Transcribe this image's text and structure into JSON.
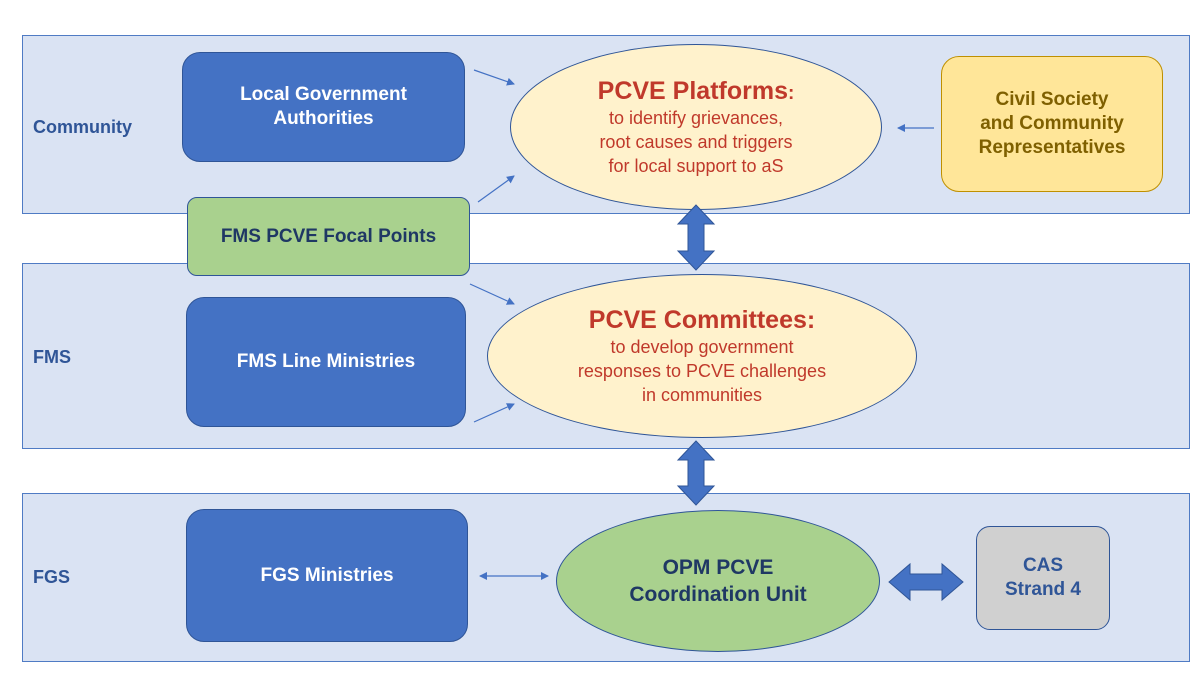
{
  "bands": {
    "community": {
      "label": "Community"
    },
    "fms": {
      "label": "FMS"
    },
    "fgs": {
      "label": "FGS"
    }
  },
  "boxes": {
    "local_gov": {
      "line1": "Local Government",
      "line2": "Authorities"
    },
    "civil_society": {
      "line1": "Civil Society",
      "line2": "and Community",
      "line3": "Representatives"
    },
    "focal_points": {
      "label": "FMS PCVE Focal Points"
    },
    "fms_ministries": {
      "label": "FMS Line Ministries"
    },
    "fgs_ministries": {
      "label": "FGS Ministries"
    },
    "cas": {
      "line1": "CAS",
      "line2": "Strand 4"
    }
  },
  "ellipses": {
    "platforms": {
      "title": "PCVE Platforms",
      "title_suffix": ":",
      "line1": "to identify grievances,",
      "line2": "root causes and triggers",
      "line3": "for local support to aS"
    },
    "committees": {
      "title": "PCVE Committees:",
      "line1": "to develop government",
      "line2": "responses to PCVE challenges",
      "line3": "in communities"
    },
    "opm": {
      "line1": "OPM PCVE",
      "line2": "Coordination Unit"
    }
  },
  "colors": {
    "band_fill": "#dae3f3",
    "band_border": "#4f7bc4",
    "blue_box": "#4472c4",
    "green_box": "#a9d18e",
    "yellow_box": "#ffe699",
    "grey_box": "#d0d0d0",
    "ellipse_yellow": "#fff2cc",
    "title_red": "#c0392b",
    "arrow_blue": "#4472c4"
  }
}
